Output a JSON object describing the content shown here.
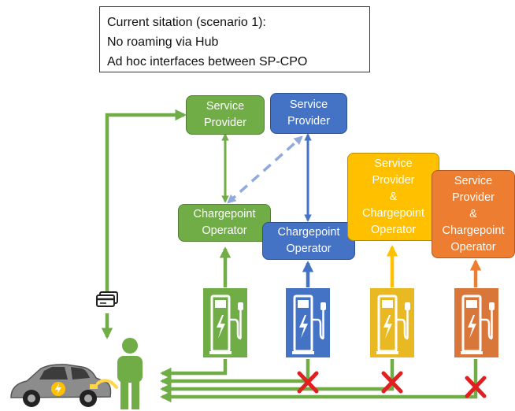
{
  "caption": {
    "line1": "Current sitation (scenario 1):",
    "line2": "No roaming via Hub",
    "line3": "Ad hoc interfaces between SP-CPO"
  },
  "boxes": {
    "sp_green": {
      "line1": "Service",
      "line2": "Provider"
    },
    "sp_blue": {
      "line1": "Service",
      "line2": "Provider"
    },
    "cpo_green": {
      "line1": "Chargepoint",
      "line2": "Operator"
    },
    "cpo_blue": {
      "line1": "Chargepoint",
      "line2": "Operator"
    },
    "combo_yellow": {
      "line1": "Service",
      "line2": "Provider",
      "line3": "&",
      "line4": "Chargepoint",
      "line5": "Operator"
    },
    "combo_orange": {
      "line1": "Service",
      "line2": "Provider",
      "line3": "&",
      "line4": "Chargepoint",
      "line5": "Operator"
    }
  },
  "icons": [
    "charging-station-icon",
    "card-icon",
    "person-icon",
    "electric-car-icon",
    "blocked-x-icon"
  ],
  "colors": {
    "green": "#70AD47",
    "blue": "#4472C4",
    "yellow": "#FFC000",
    "orange": "#ED7D31",
    "blocked": "#E02020",
    "dashed_link": "#8FAADC"
  }
}
